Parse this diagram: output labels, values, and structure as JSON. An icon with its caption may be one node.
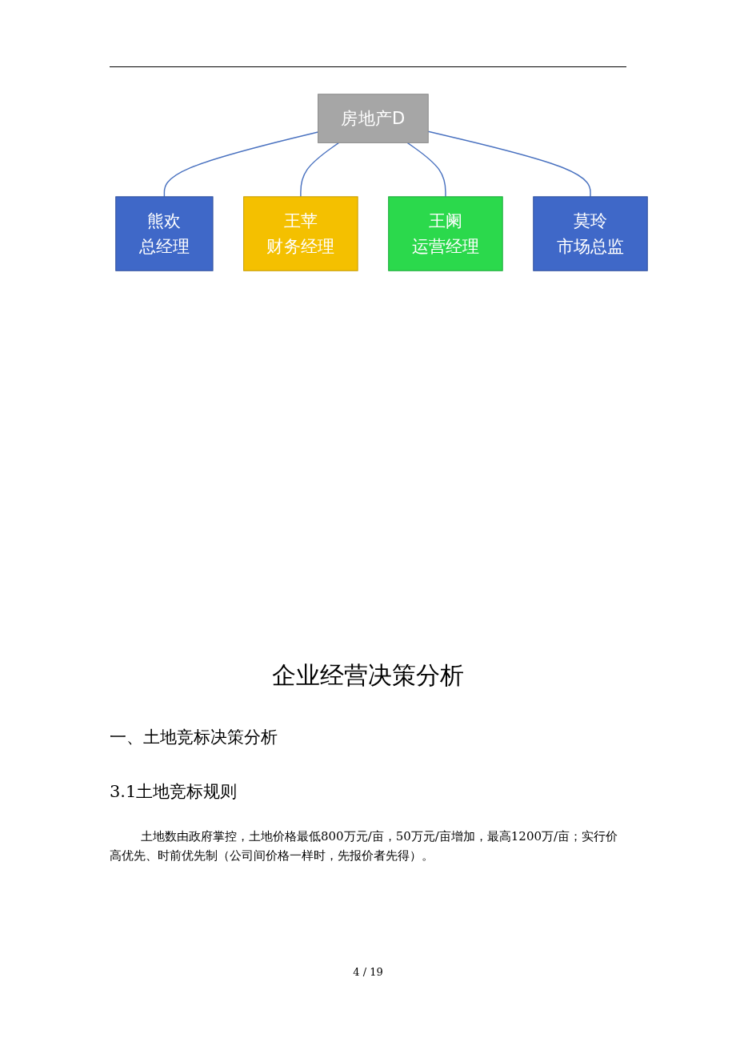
{
  "diagram": {
    "nodes": [
      {
        "text": [
          "房地产D"
        ]
      },
      {
        "text": [
          "熊欢",
          "总经理"
        ]
      },
      {
        "text": [
          "王苹",
          "财务经理"
        ]
      },
      {
        "text": [
          "王阑",
          "运营经理"
        ]
      },
      {
        "text": [
          "莫玲",
          "市场总监"
        ]
      }
    ],
    "edges": [
      {
        "from": 0,
        "to": 1,
        "arrow": "none"
      },
      {
        "from": 0,
        "to": 2,
        "arrow": "none"
      },
      {
        "from": 0,
        "to": 3,
        "arrow": "none"
      },
      {
        "from": 0,
        "to": 4,
        "arrow": "none"
      }
    ],
    "labels": [
      "企业经营决策分析",
      "一、土地竞标决策分析",
      "3.1土地竞标规则",
      "土地数由政府掌控，土地价格最低800万元/亩，50万元/亩增加，最高1200万/亩；实行价高优先、时前优先制（公司间价格一样时，先报价者先得）。",
      "4 / 19"
    ]
  }
}
